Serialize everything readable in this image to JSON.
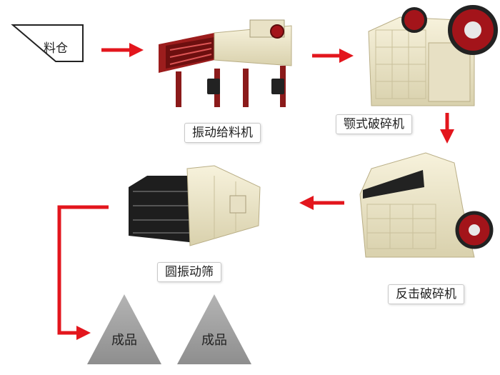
{
  "bin": {
    "label": "料仓"
  },
  "machines": {
    "feeder": {
      "label": "振动给料机",
      "icon": "vibrating-feeder-icon"
    },
    "jaw": {
      "label": "颚式破碎机",
      "icon": "jaw-crusher-icon"
    },
    "impact": {
      "label": "反击破碎机",
      "icon": "impact-crusher-icon"
    },
    "screen": {
      "label": "圆振动筛",
      "icon": "circular-vibrating-screen-icon"
    }
  },
  "products": [
    {
      "label": "成品"
    },
    {
      "label": "成品"
    }
  ],
  "colors": {
    "arrow": "#e3161d",
    "machine_body": "#efe9cf",
    "machine_red": "#a3141a",
    "product_gray": "#9a9a9a"
  }
}
